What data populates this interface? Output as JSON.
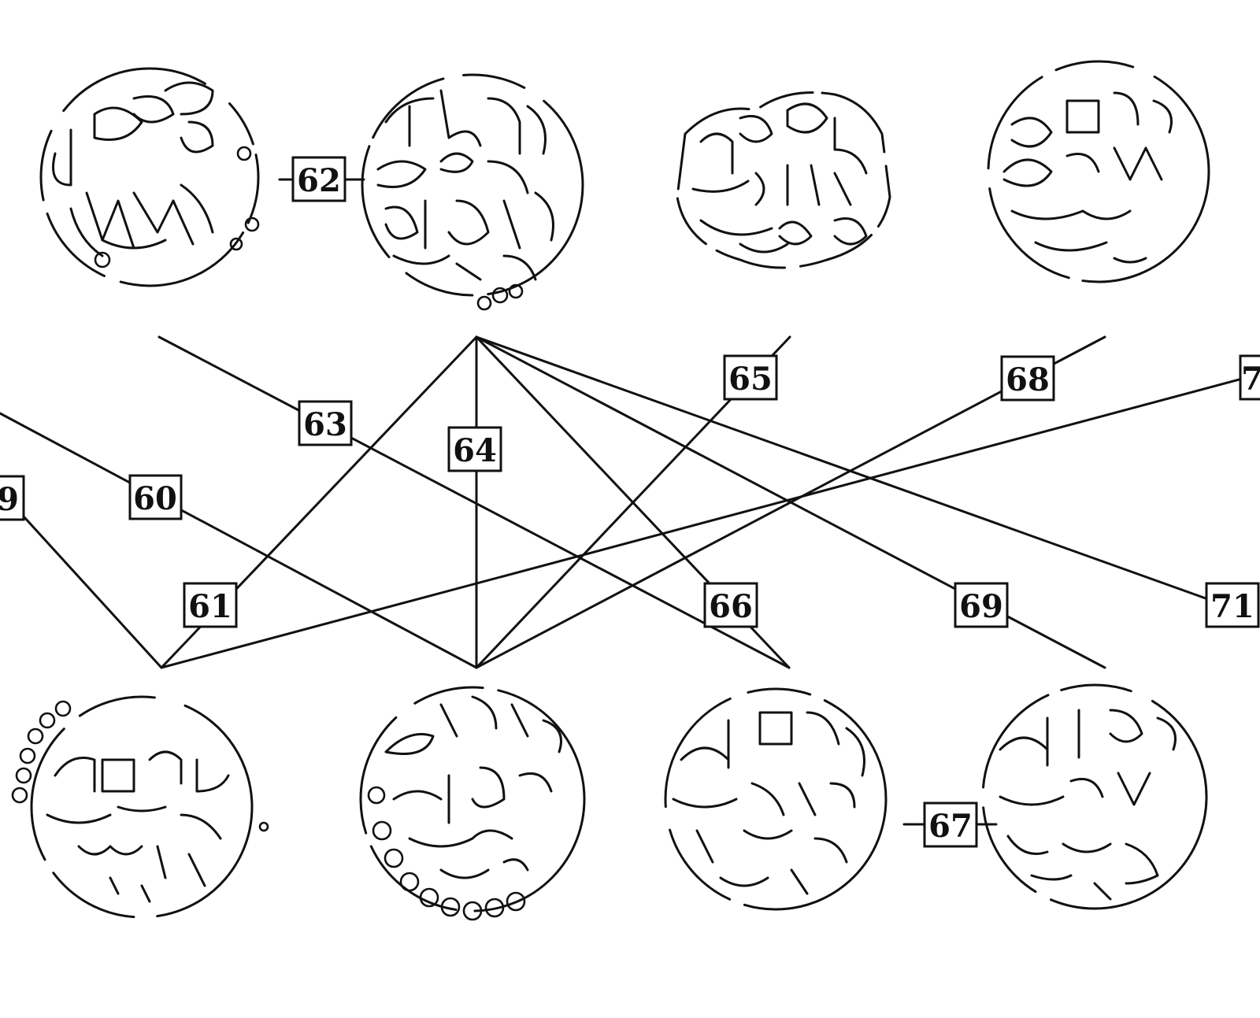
{
  "colors": {
    "ink": "#111111",
    "background": "#ffffff"
  },
  "labels": {
    "l59": "9",
    "l60": "60",
    "l61": "61",
    "l62": "62",
    "l63": "63",
    "l64": "64",
    "l65": "65",
    "l66": "66",
    "l67": "67",
    "l68": "68",
    "l69": "69",
    "l70": "7",
    "l71": "71"
  },
  "die_links": [
    {
      "label": "9",
      "from": "left-edge",
      "to": "bottom-coin-1"
    },
    {
      "label": "60",
      "from": "left-edge",
      "to": "bottom-coin-2"
    },
    {
      "label": "61",
      "from": "top-coin-2",
      "to": "bottom-coin-1"
    },
    {
      "label": "62",
      "from": "top-coin-1",
      "to": "top-coin-2"
    },
    {
      "label": "63",
      "from": "top-coin-1",
      "to": "bottom-coin-3"
    },
    {
      "label": "64",
      "from": "top-coin-2",
      "to": "bottom-coin-2"
    },
    {
      "label": "65",
      "from": "top-coin-3",
      "to": "bottom-coin-2"
    },
    {
      "label": "66",
      "from": "top-coin-2",
      "to": "bottom-coin-3"
    },
    {
      "label": "67",
      "from": "bottom-coin-3",
      "to": "bottom-coin-4"
    },
    {
      "label": "68",
      "from": "top-coin-4",
      "to": "bottom-coin-2"
    },
    {
      "label": "69",
      "from": "top-coin-2",
      "to": "bottom-coin-4"
    },
    {
      "label": "7",
      "from": "right-edge",
      "to": "bottom-coin-1"
    },
    {
      "label": "71",
      "from": "top-coin-2",
      "to": "right-edge"
    }
  ]
}
